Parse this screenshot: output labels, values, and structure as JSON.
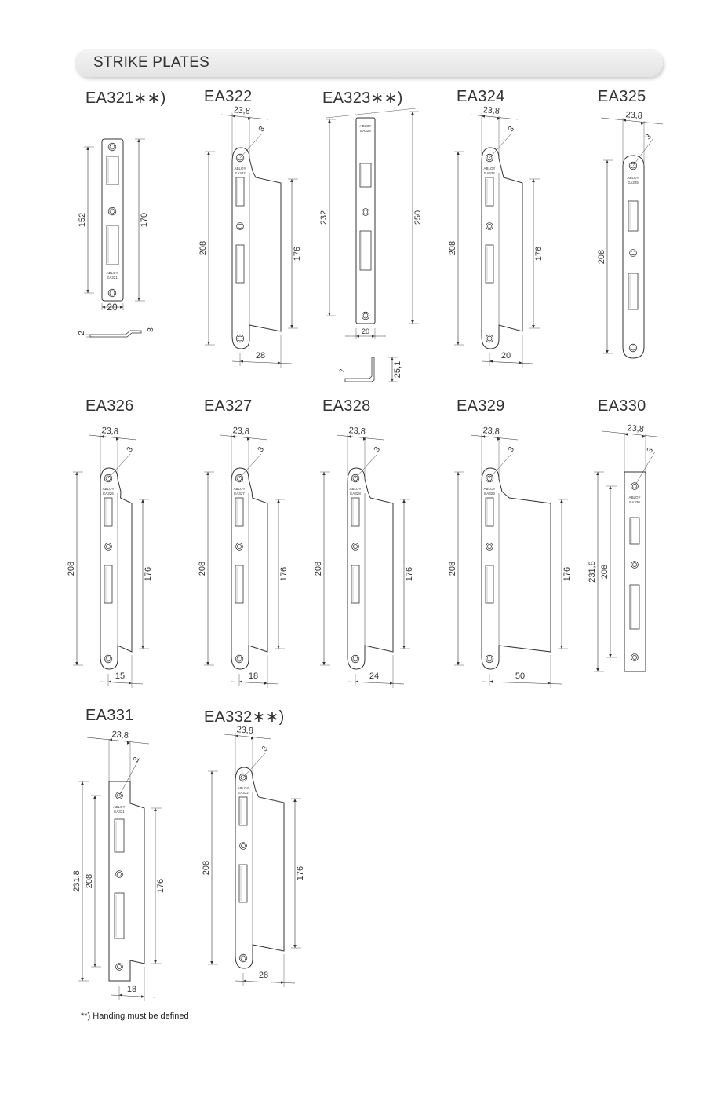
{
  "header": {
    "title": "STRIKE PLATES"
  },
  "models": [
    {
      "label": "EA321**)",
      "display": "EA321∗∗)",
      "type": "plain",
      "dims": [
        "152",
        "170",
        "20",
        "2",
        "8"
      ],
      "stamp": [
        "ABLOY",
        "EA321"
      ]
    },
    {
      "label": "EA322",
      "display": "EA322",
      "type": "lip",
      "dims": [
        "23,8",
        "3",
        "208",
        "176",
        "28"
      ],
      "stamp": [
        "ABLOY",
        "EA322"
      ]
    },
    {
      "label": "EA323**)",
      "display": "EA323∗∗)",
      "type": "long",
      "dims": [
        "232",
        "250",
        "20",
        "2",
        "25,1"
      ],
      "stamp": [
        "ABLOY",
        "EA323"
      ]
    },
    {
      "label": "EA324",
      "display": "EA324",
      "type": "lip",
      "dims": [
        "23,8",
        "3",
        "208",
        "176",
        "20"
      ],
      "stamp": [
        "ABLOY",
        "EA324"
      ]
    },
    {
      "label": "EA325",
      "display": "EA325",
      "type": "flat",
      "dims": [
        "23,8",
        "3",
        "208"
      ],
      "stamp": [
        "ABLOY",
        "EA325"
      ]
    },
    {
      "label": "EA326",
      "display": "EA326",
      "type": "lip",
      "dims": [
        "23,8",
        "3",
        "208",
        "176",
        "15"
      ],
      "stamp": [
        "ABLOY",
        "EA326"
      ]
    },
    {
      "label": "EA327",
      "display": "EA327",
      "type": "lip",
      "dims": [
        "23,8",
        "3",
        "208",
        "176",
        "18"
      ],
      "stamp": [
        "ABLOY",
        "EA327"
      ]
    },
    {
      "label": "EA328",
      "display": "EA328",
      "type": "lip",
      "dims": [
        "23,8",
        "3",
        "208",
        "176",
        "24"
      ],
      "stamp": [
        "ABLOY",
        "EA328"
      ]
    },
    {
      "label": "EA329",
      "display": "EA329",
      "type": "lip",
      "dims": [
        "23,8",
        "3",
        "208",
        "176",
        "50"
      ],
      "stamp": [
        "ABLOY",
        "EA329"
      ]
    },
    {
      "label": "EA330",
      "display": "EA330",
      "type": "square",
      "dims": [
        "23,8",
        "3",
        "231,8",
        "208"
      ],
      "stamp": [
        "ABLOY",
        "EA330"
      ]
    },
    {
      "label": "EA331",
      "display": "EA331",
      "type": "squarelip",
      "dims": [
        "23,8",
        "3",
        "231,8",
        "208",
        "176",
        "18"
      ],
      "stamp": [
        "ABLOY",
        "EA331"
      ]
    },
    {
      "label": "EA332**)",
      "display": "EA332∗∗)",
      "type": "lip",
      "dims": [
        "23,8",
        "3",
        "208",
        "176",
        "28"
      ],
      "stamp": [
        "ABLOY",
        "EA332"
      ]
    }
  ],
  "footnote": "**) Handing must be defined"
}
